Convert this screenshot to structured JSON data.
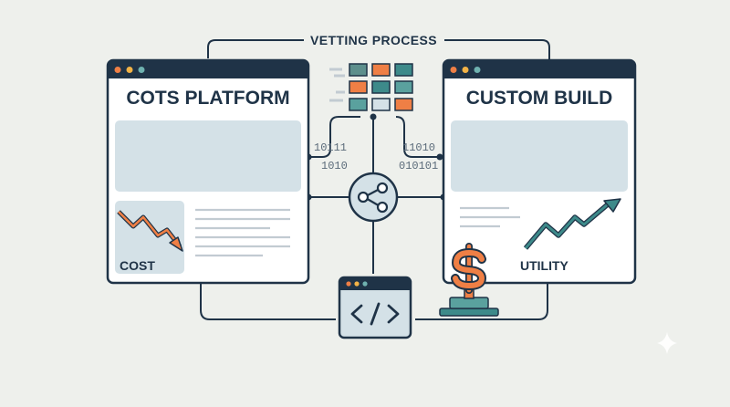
{
  "header": {
    "title": "VETTING PROCESS"
  },
  "left_panel": {
    "title": "COTS PLATFORM",
    "chart_label": "COST",
    "binary_lines": [
      "10111",
      "1010"
    ]
  },
  "right_panel": {
    "title": "CUSTOM BUILD",
    "chart_label": "UTILITY",
    "binary_lines": [
      "11010",
      "010101"
    ]
  },
  "icons": {
    "share": "share-icon",
    "code": "code-icon",
    "dollar": "dollar-icon",
    "grid": "data-grid-icon",
    "sparkle": "sparkle-icon"
  },
  "colors": {
    "navy": "#1f3347",
    "orange": "#ef7f45",
    "teal": "#3d8a8a",
    "light_blue": "#d4e1e7",
    "window_fill": "#ffffff",
    "background": "#eef0ec"
  }
}
